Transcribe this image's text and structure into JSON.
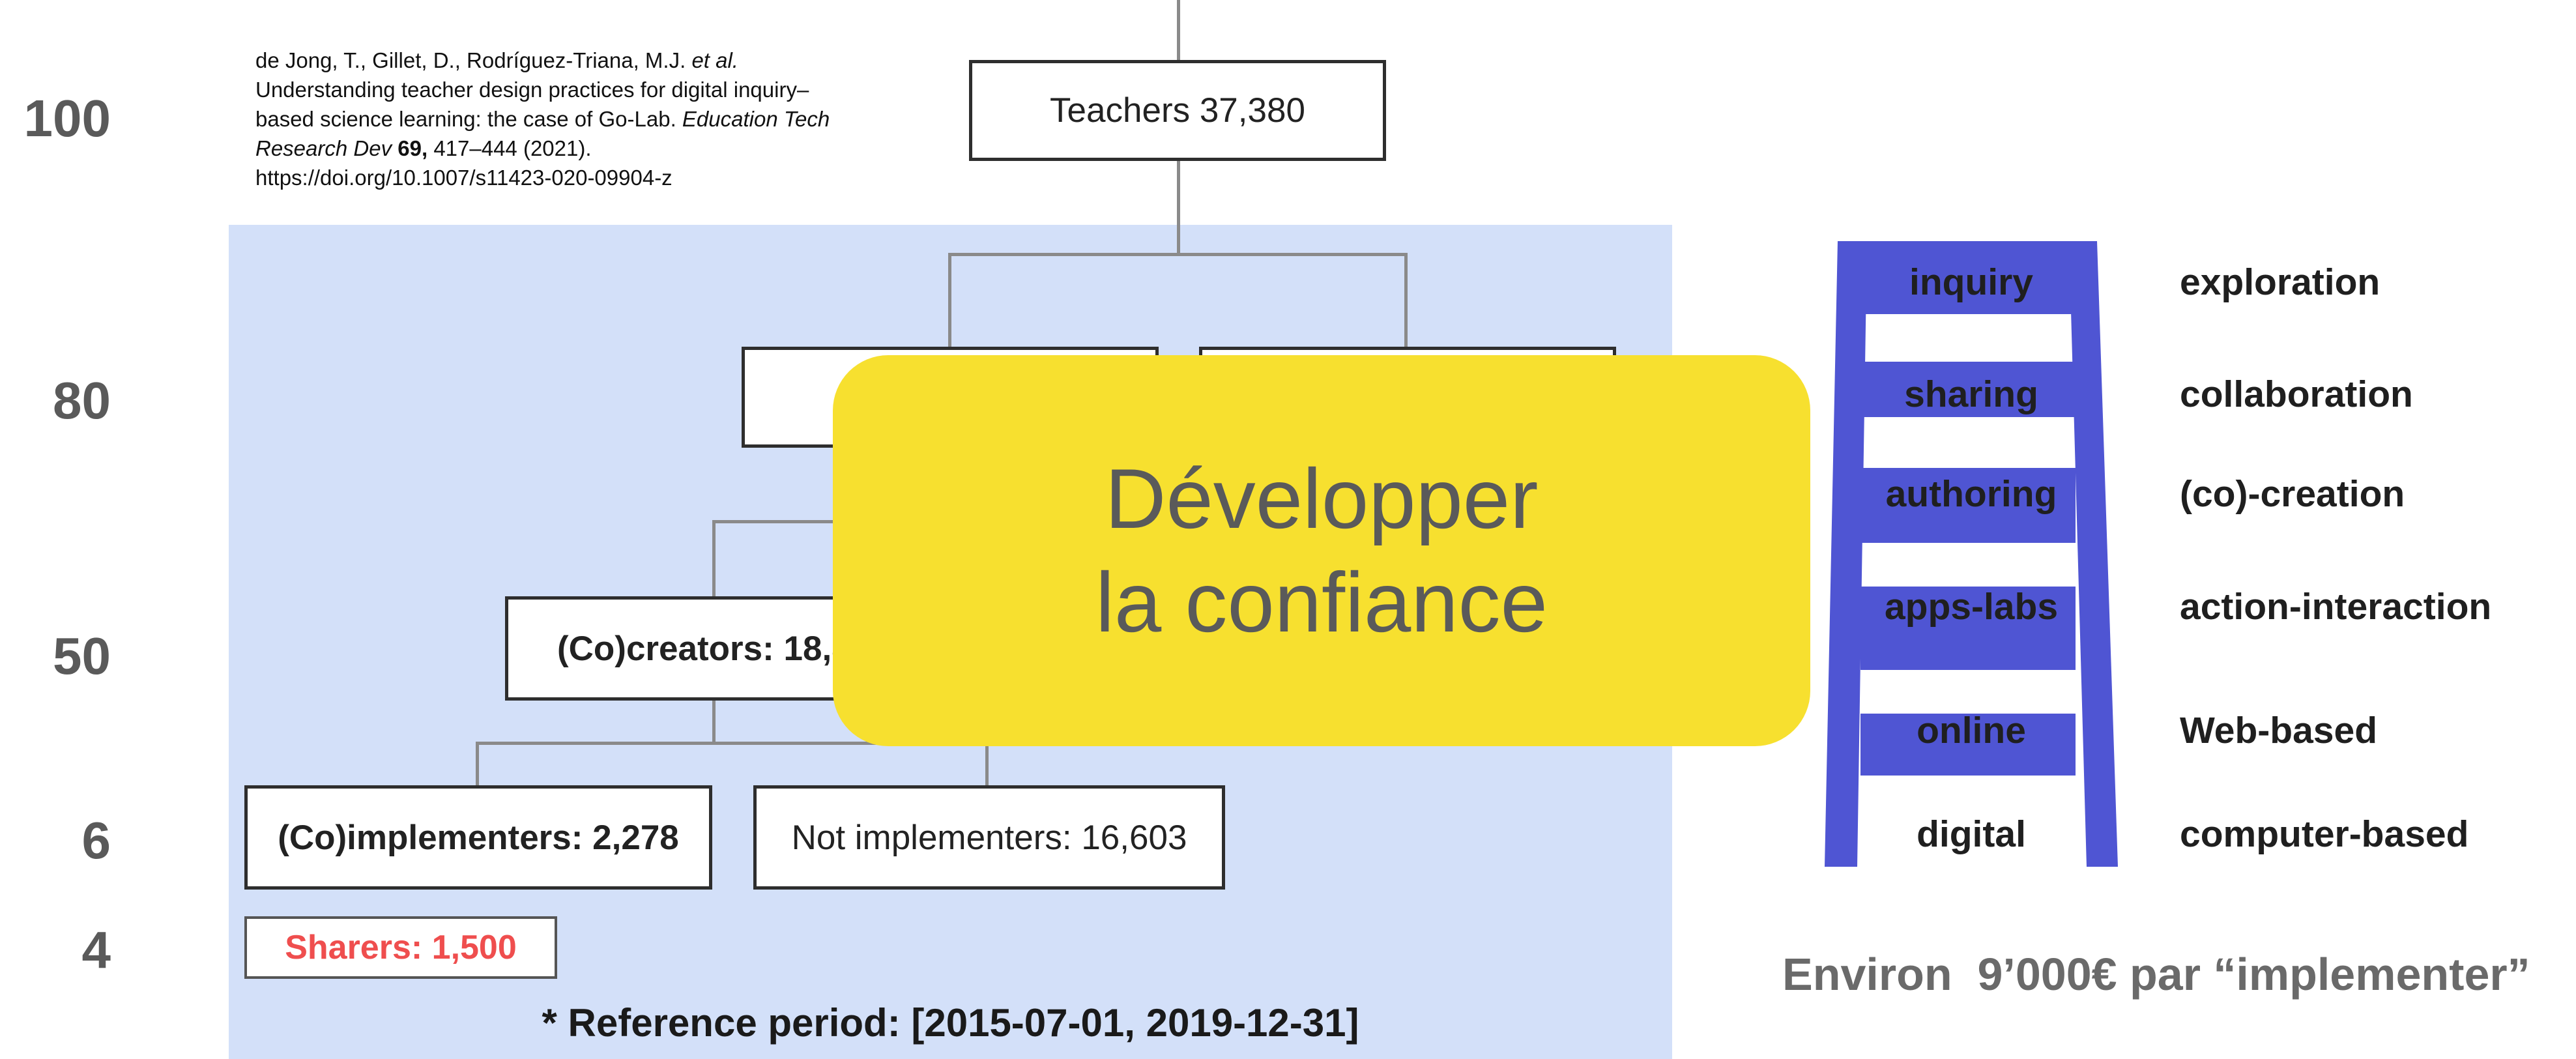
{
  "percentages": [
    "100",
    "80",
    "50",
    "6",
    "4"
  ],
  "citation": {
    "authors": "de Jong, T., Gillet, D., Rodríguez-Triana, M.J.",
    "et_al": "et al.",
    "title": "Understanding teacher design practices for digital inquiry–based science learning: the case of Go-Lab.",
    "journal": "Education Tech Research Dev",
    "volume": "69,",
    "pages_year_doi": "417–444 (2021). https://doi.org/10.1007/s11423-020-09904-z"
  },
  "tree": {
    "root": "Teachers 37,380",
    "creators": "(Co)creators: 18,8",
    "implementers": "(Co)implementers: 2,278",
    "not_implementers": "Not implementers: 16,603",
    "sharers": "Sharers: 1,500",
    "reference_period": "* Reference period: [2015-07-01, 2019-12-31]"
  },
  "overlay": {
    "line1": "Développer",
    "line2": "la confiance"
  },
  "ladder": {
    "rungs": [
      "inquiry",
      "sharing",
      "authoring",
      "apps-labs",
      "online",
      "digital"
    ],
    "descriptions": [
      "exploration",
      "collaboration",
      "(co)-creation",
      "action-interaction",
      "Web-based",
      "computer-based"
    ]
  },
  "cost_note": "Environ  9’000€ par “implementer”",
  "colors": {
    "tree_background": "#d3e0f9",
    "overlay": "#f7e02f",
    "ladder": "#4f55d3",
    "sharers_text": "#ef4e4e"
  }
}
